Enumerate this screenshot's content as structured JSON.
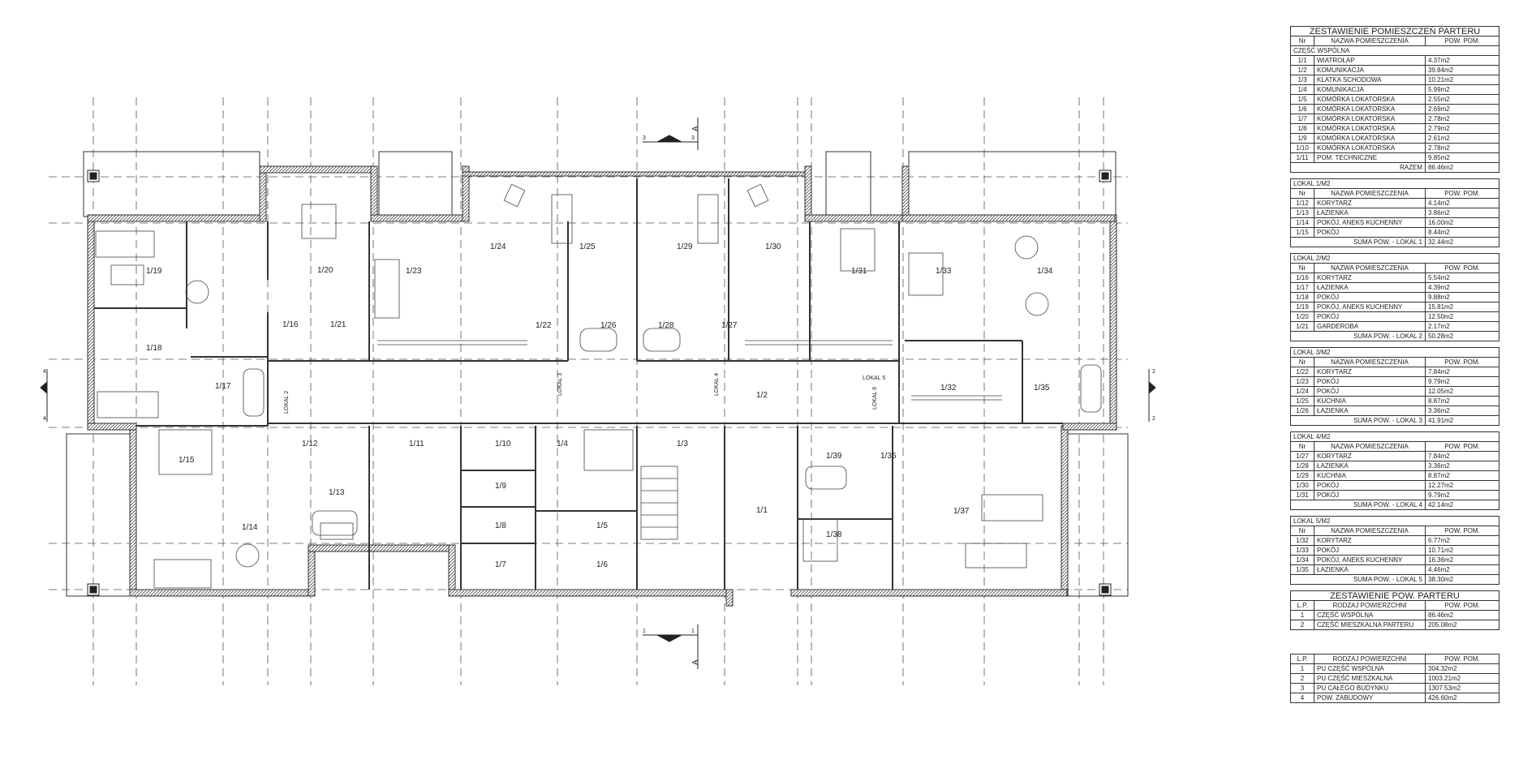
{
  "rooms": {
    "r1_1": "1/1",
    "r1_2": "1/2",
    "r1_3": "1/3",
    "r1_4": "1/4",
    "r1_5": "1/5",
    "r1_6": "1/6",
    "r1_7": "1/7",
    "r1_8": "1/8",
    "r1_9": "1/9",
    "r1_10": "1/10",
    "r1_11": "1/11",
    "r1_12": "1/12",
    "r1_13": "1/13",
    "r1_14": "1/14",
    "r1_15": "1/15",
    "r1_16": "1/16",
    "r1_17": "1/17",
    "r1_18": "1/18",
    "r1_19": "1/19",
    "r1_20": "1/20",
    "r1_21": "1/21",
    "r1_22": "1/22",
    "r1_23": "1/23",
    "r1_24": "1/24",
    "r1_25": "1/25",
    "r1_26": "1/26",
    "r1_27": "1/27",
    "r1_28": "1/28",
    "r1_29": "1/29",
    "r1_30": "1/30",
    "r1_31": "1/31",
    "r1_32": "1/32",
    "r1_33": "1/33",
    "r1_34": "1/34",
    "r1_35": "1/35",
    "r1_36": "1/36",
    "r1_37": "1/37",
    "r1_38": "1/38",
    "r1_39": "1/39"
  },
  "lokal_labels": {
    "l2": "LOKAL 2",
    "l3": "LOKAL 3",
    "l4": "LOKAL 4",
    "l5": "LOKAL 5",
    "l6": "LOKAL 6"
  },
  "section_marks": {
    "a_top": "A",
    "a_bottom": "A",
    "n3a": "3",
    "n3b": "3",
    "n1a": "1",
    "n1b": "1",
    "n4a": "4",
    "n4b": "4",
    "n2a": "2",
    "n2b": "2"
  },
  "schedule": {
    "title": "ZESTAWIENIE POMIESZCZEŃ PARTERU",
    "headers": {
      "nr": "Nr",
      "name": "NAZWA POMIESZCZENIA",
      "area": "POW. POM."
    },
    "common_label": "CZĘŚĆ WSPÓLNA",
    "common_rows": [
      {
        "nr": "1/1",
        "name": "WIATROŁAP",
        "area": "4.37m2"
      },
      {
        "nr": "1/2",
        "name": "KOMUNIKACJA",
        "area": "39.84m2"
      },
      {
        "nr": "1/3",
        "name": "KLATKA SCHODOWA",
        "area": "10.21m2"
      },
      {
        "nr": "1/4",
        "name": "KOMUNIKACJA",
        "area": "5.99m2"
      },
      {
        "nr": "1/5",
        "name": "KOMÓRKA LOKATORSKA",
        "area": "2.55m2"
      },
      {
        "nr": "1/6",
        "name": "KOMÓRKA LOKATORSKA",
        "area": "2.69m2"
      },
      {
        "nr": "1/7",
        "name": "KOMÓRKA LOKATORSKA",
        "area": "2.78m2"
      },
      {
        "nr": "1/8",
        "name": "KOMÓRKA LOKATORSKA",
        "area": "2.79m2"
      },
      {
        "nr": "1/9",
        "name": "KOMÓRKA LOKATORSKA",
        "area": "2.61m2"
      },
      {
        "nr": "1/10",
        "name": "KOMÓRKA LOKATORSKA",
        "area": "2.78m2"
      },
      {
        "nr": "1/11",
        "name": "POM. TECHNICZNE",
        "area": "9.85m2"
      }
    ],
    "common_total_label": "RAZEM",
    "common_total": "86.46m2",
    "units": [
      {
        "label": "LOKAL 1/M2",
        "rows": [
          {
            "nr": "1/12",
            "name": "KORYTARZ",
            "area": "4.14m2"
          },
          {
            "nr": "1/13",
            "name": "ŁAZIENKA",
            "area": "3.86m2"
          },
          {
            "nr": "1/14",
            "name": "POKÓJ, ANEKS KUCHENNY",
            "area": "16.00m2"
          },
          {
            "nr": "1/15",
            "name": "POKÓJ",
            "area": "8.44m2"
          }
        ],
        "sum_label": "SUMA POW. - LOKAL 1",
        "sum": "32.44m2"
      },
      {
        "label": "LOKAL 2/M2",
        "rows": [
          {
            "nr": "1/16",
            "name": "KORYTARZ",
            "area": "5.54m2"
          },
          {
            "nr": "1/17",
            "name": "ŁAZIENKA",
            "area": "4.39m2"
          },
          {
            "nr": "1/18",
            "name": "POKÓJ",
            "area": "9.88m2"
          },
          {
            "nr": "1/19",
            "name": "POKÓJ, ANEKS KUCHENNY",
            "area": "15.81m2"
          },
          {
            "nr": "1/20",
            "name": "POKÓJ",
            "area": "12.50m2"
          },
          {
            "nr": "1/21",
            "name": "GARDEROBA",
            "area": "2.17m2"
          }
        ],
        "sum_label": "SUMA POW. - LOKAL 2",
        "sum": "50.28m2"
      },
      {
        "label": "LOKAL 3/M2",
        "rows": [
          {
            "nr": "1/22",
            "name": "KORYTARZ",
            "area": "7.84m2"
          },
          {
            "nr": "1/23",
            "name": "POKÓJ",
            "area": "9.79m2"
          },
          {
            "nr": "1/24",
            "name": "POKÓJ",
            "area": "12.05m2"
          },
          {
            "nr": "1/25",
            "name": "KUCHNIA",
            "area": "8.87m2"
          },
          {
            "nr": "1/26",
            "name": "ŁAZIENKA",
            "area": "3.36m2"
          }
        ],
        "sum_label": "SUMA POW. - LOKAL 3",
        "sum": "41.91m2"
      },
      {
        "label": "LOKAL 4/M2",
        "rows": [
          {
            "nr": "1/27",
            "name": "KORYTARZ",
            "area": "7.84m2"
          },
          {
            "nr": "1/28",
            "name": "ŁAZIENKA",
            "area": "3.36m2"
          },
          {
            "nr": "1/29",
            "name": "KUCHNIA",
            "area": "8.87m2"
          },
          {
            "nr": "1/30",
            "name": "POKÓJ",
            "area": "12.27m2"
          },
          {
            "nr": "1/31",
            "name": "POKÓJ",
            "area": "9.79m2"
          }
        ],
        "sum_label": "SUMA POW. - LOKAL 4",
        "sum": "42.14m2"
      },
      {
        "label": "LOKAL 5/M2",
        "rows": [
          {
            "nr": "1/32",
            "name": "KORYTARZ",
            "area": "6.77m2"
          },
          {
            "nr": "1/33",
            "name": "POKÓJ",
            "area": "10.71m2"
          },
          {
            "nr": "1/34",
            "name": "POKÓJ, ANEKS KUCHENNY",
            "area": "16.36m2"
          },
          {
            "nr": "1/35",
            "name": "ŁAZIENKA",
            "area": "4.46m2"
          }
        ],
        "sum_label": "SUMA POW. - LOKAL 5",
        "sum": "38.30m2"
      }
    ]
  },
  "ground_summary": {
    "title": "ZESTAWIENIE POW. PARTERU",
    "headers": {
      "lp": "L.P.",
      "type": "RODZAJ POWIERZCHNI",
      "area": "POW. POM."
    },
    "rows": [
      {
        "lp": "1",
        "type": "CZĘŚĆ WSPÓLNA",
        "area": "86.46m2"
      },
      {
        "lp": "2",
        "type": "CZĘŚĆ MIESZKALNA PARTERU",
        "area": "205.08m2"
      }
    ]
  },
  "building_summary": {
    "headers": {
      "lp": "L.P.",
      "type": "RODZAJ POWIERZCHNI",
      "area": "POW. POM."
    },
    "rows": [
      {
        "lp": "1",
        "type": "PU CZĘŚĆ WSPÓLNA",
        "area": "304.32m2"
      },
      {
        "lp": "2",
        "type": "PU CZĘŚĆ MIESZKALNA",
        "area": "1003.21m2"
      },
      {
        "lp": "3",
        "type": "PU CAŁEGO BUDYNKU",
        "area": "1307.53m2"
      },
      {
        "lp": "4",
        "type": "POW. ZABUDOWY",
        "area": "426.60m2"
      }
    ]
  }
}
